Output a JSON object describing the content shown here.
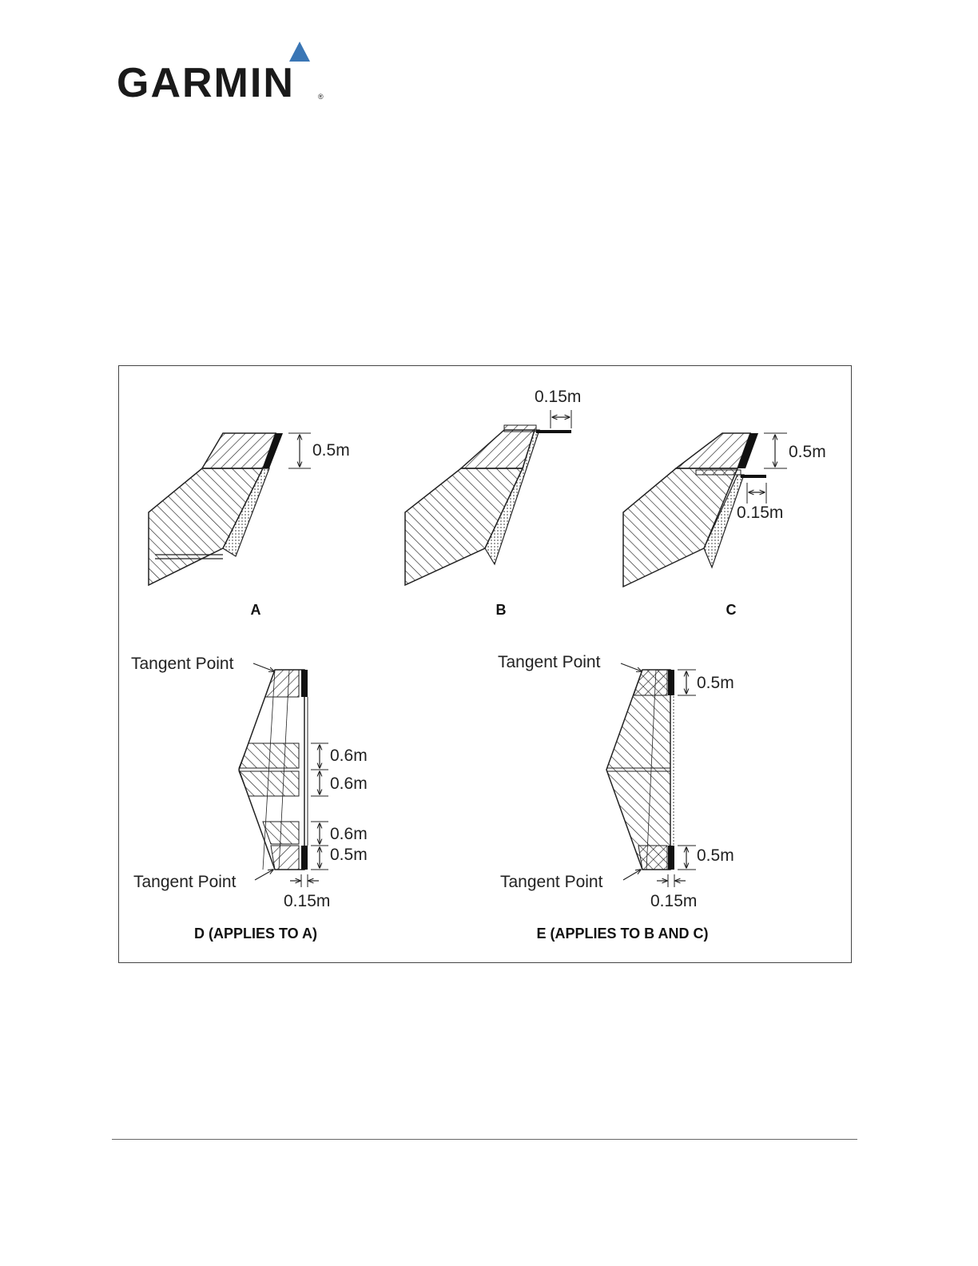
{
  "header": {
    "logo_text": "GARMIN",
    "logo_reg": "®",
    "brand_color": "#3a76b5"
  },
  "figure": {
    "panels": {
      "a": {
        "label": "A",
        "dim_height": "0.5m"
      },
      "b": {
        "label": "B",
        "dim_width": "0.15m"
      },
      "c": {
        "label": "C",
        "dim_height": "0.5m",
        "dim_width": "0.15m"
      },
      "d": {
        "label": "D (APPLIES TO A)",
        "tangent_top": "Tangent Point",
        "tangent_bottom": "Tangent Point",
        "dims": [
          "0.6m",
          "0.6m",
          "0.6m",
          "0.5m"
        ],
        "dim_width": "0.15m"
      },
      "e": {
        "label": "E (APPLIES TO B AND C)",
        "tangent_top": "Tangent Point",
        "tangent_bottom": "Tangent Point",
        "dim_top": "0.5m",
        "dim_bottom": "0.5m",
        "dim_width": "0.15m"
      }
    }
  }
}
